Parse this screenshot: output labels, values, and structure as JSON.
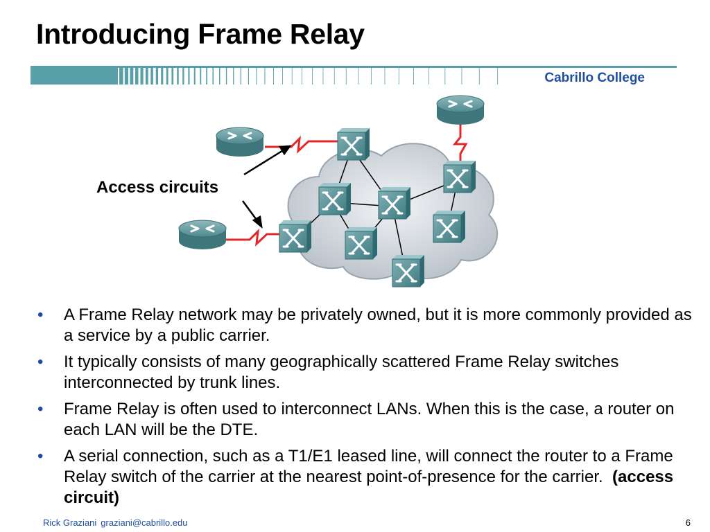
{
  "slide": {
    "title": "Introducing Frame Relay",
    "college": "Cabrillo College",
    "callout": "Access circuits"
  },
  "bullets": [
    {
      "text": "A Frame Relay network may be privately owned, but it is more commonly provided as a service by a public carrier."
    },
    {
      "text": "It typically consists of many geographically scattered Frame Relay switches interconnected by trunk lines."
    },
    {
      "text": "Frame Relay is often used to interconnect LANs. When this is the case, a router on each LAN will be the DTE."
    },
    {
      "text": "A serial connection, such as a T1/E1 leased line, will connect the router to a Frame Relay switch of the carrier at the nearest point-of-presence for the carrier.",
      "emphasis": "(access circuit)"
    }
  ],
  "footer": {
    "author": "Rick Graziani",
    "email": "graziani@cabrillo.edu",
    "page": "6"
  },
  "colors": {
    "accent": "#1f4fa0",
    "bar": "#5aa0a8",
    "device": "#4f8a90",
    "cloud": "#d8dde2",
    "serial_link": "#e0282a"
  },
  "icons": [
    "router-icon",
    "frame-relay-switch-icon",
    "cloud-icon",
    "serial-link-icon",
    "arrow-icon"
  ]
}
